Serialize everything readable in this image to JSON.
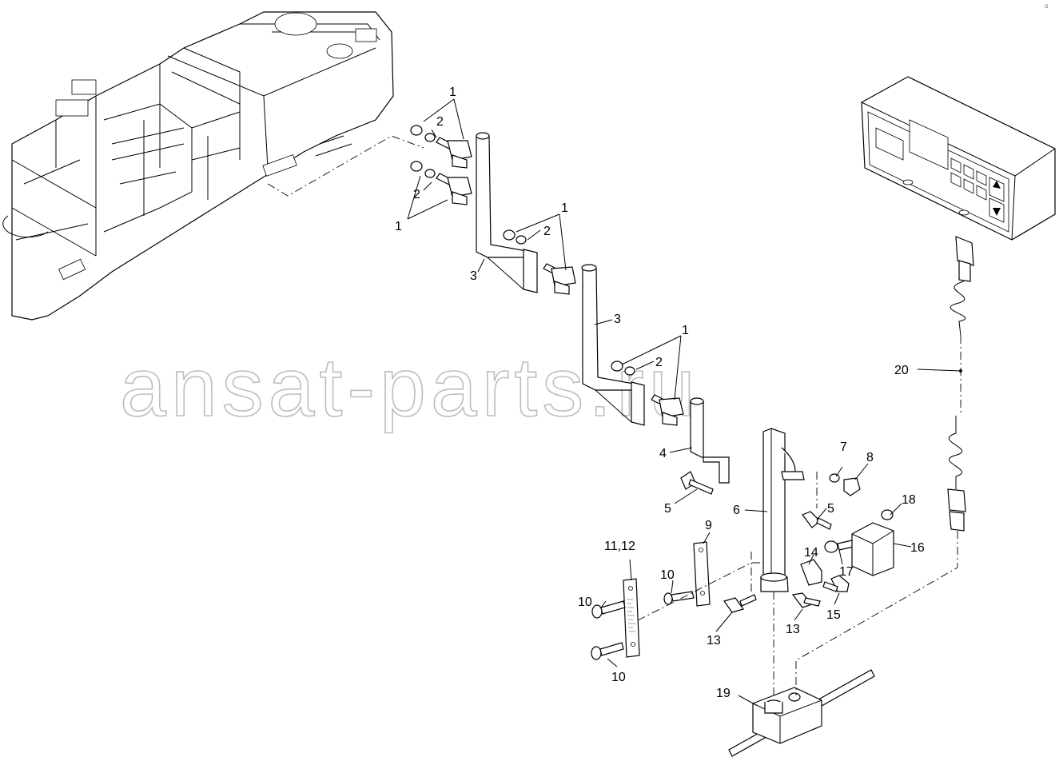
{
  "watermark": "ansat-parts.ru",
  "drawing_code": "-5",
  "callouts": [
    {
      "id": "c1a",
      "text": "1"
    },
    {
      "id": "c2a",
      "text": "2"
    },
    {
      "id": "c2b",
      "text": "2"
    },
    {
      "id": "c1b",
      "text": "1"
    },
    {
      "id": "c1c",
      "text": "1"
    },
    {
      "id": "c2c",
      "text": "2"
    },
    {
      "id": "c3a",
      "text": "3"
    },
    {
      "id": "c3b",
      "text": "3"
    },
    {
      "id": "c1d",
      "text": "1"
    },
    {
      "id": "c2d",
      "text": "2"
    },
    {
      "id": "c4",
      "text": "4"
    },
    {
      "id": "c5a",
      "text": "5"
    },
    {
      "id": "c6",
      "text": "6"
    },
    {
      "id": "c7",
      "text": "7"
    },
    {
      "id": "c8",
      "text": "8"
    },
    {
      "id": "c5b",
      "text": "5"
    },
    {
      "id": "c18",
      "text": "18"
    },
    {
      "id": "c16",
      "text": "16"
    },
    {
      "id": "c9",
      "text": "9"
    },
    {
      "id": "c1112",
      "text": "11,12"
    },
    {
      "id": "c14",
      "text": "14"
    },
    {
      "id": "c17",
      "text": "17"
    },
    {
      "id": "c10a",
      "text": "10"
    },
    {
      "id": "c10b",
      "text": "10"
    },
    {
      "id": "c15",
      "text": "15"
    },
    {
      "id": "c13a",
      "text": "13"
    },
    {
      "id": "c13b",
      "text": "13"
    },
    {
      "id": "c10c",
      "text": "10"
    },
    {
      "id": "c19",
      "text": "19"
    },
    {
      "id": "c20",
      "text": "20"
    }
  ]
}
